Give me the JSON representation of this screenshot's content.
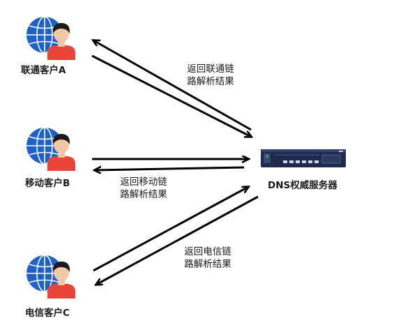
{
  "clients": [
    {
      "id": "unicom",
      "label": "联通客户A"
    },
    {
      "id": "mobile",
      "label": "移动客户B"
    },
    {
      "id": "telecom",
      "label": "电信客户C"
    }
  ],
  "server": {
    "label": "DNS权威服务器"
  },
  "arrows": {
    "unicom": {
      "line1": "返回联通链",
      "line2": "路解析结果"
    },
    "mobile": {
      "line1": "返回移动链",
      "line2": "路解析结果"
    },
    "telecom": {
      "line1": "返回电信链",
      "line2": "路解析结果"
    }
  },
  "colors": {
    "globe": "#1e62c6",
    "body": "#e8443a",
    "hair": "#1a1a1a",
    "skin": "#f3c7a6",
    "line": "#000000"
  }
}
